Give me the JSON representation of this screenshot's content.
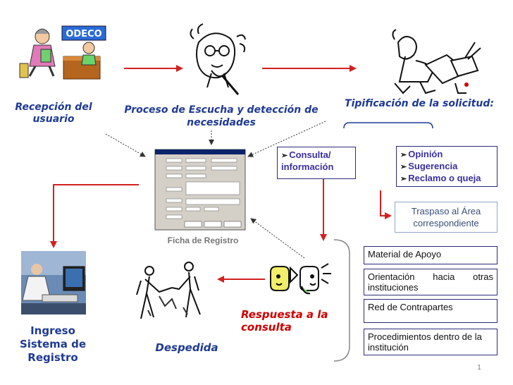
{
  "labels": {
    "recepcion": "Recepción del usuario",
    "proceso": "Proceso de Escucha y detección de necesidades",
    "tipificacion": "Tipificación de la solicitud:",
    "ficha": "Ficha de Registro",
    "ingreso": "Ingreso Sistema de Registro",
    "despedida": "Despedida",
    "respuesta": "Respuesta a la consulta",
    "logo": "ODECO"
  },
  "consulta_box": {
    "items": [
      "Consulta/ información"
    ]
  },
  "tipos_box": {
    "items": [
      "Opinión",
      "Sugerencia",
      "Reclamo o queja"
    ]
  },
  "traspaso": "Traspaso al Área correspondiente",
  "support_boxes": [
    "Material  de Apoyo",
    "Orientación hacia otras instituciones",
    "Red de Contrapartes",
    "Procedimientos dentro de la institución"
  ],
  "page_number": "1",
  "colors": {
    "red_arrow": "#d42020",
    "blue_text": "#1f3a93",
    "red_text": "#cc0000",
    "box_border": "#2b2b7a"
  }
}
